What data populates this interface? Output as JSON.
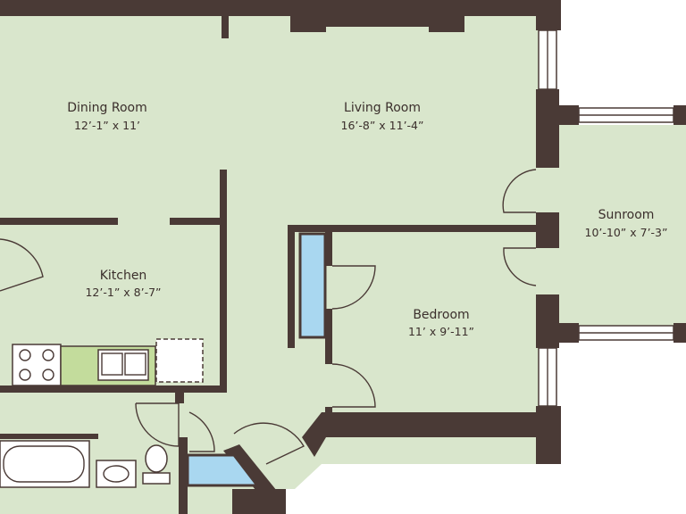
{
  "rooms": {
    "dining": {
      "name": "Dining Room",
      "dims": "12’-1” x 11’"
    },
    "living": {
      "name": "Living Room",
      "dims": "16’-8” x 11’-4”"
    },
    "sunroom": {
      "name": "Sunroom",
      "dims": "10’-10” x 7’-3”"
    },
    "kitchen": {
      "name": "Kitchen",
      "dims": "12’-1” x 8’-7”"
    },
    "bedroom": {
      "name": "Bedroom",
      "dims": "11’ x 9’-11”"
    }
  },
  "colors": {
    "wall": "#4a3a36",
    "floor": "#d9e6cc",
    "closet": "#a9d7f0",
    "counter": "#c3dc9c",
    "window": "#ffffff"
  }
}
